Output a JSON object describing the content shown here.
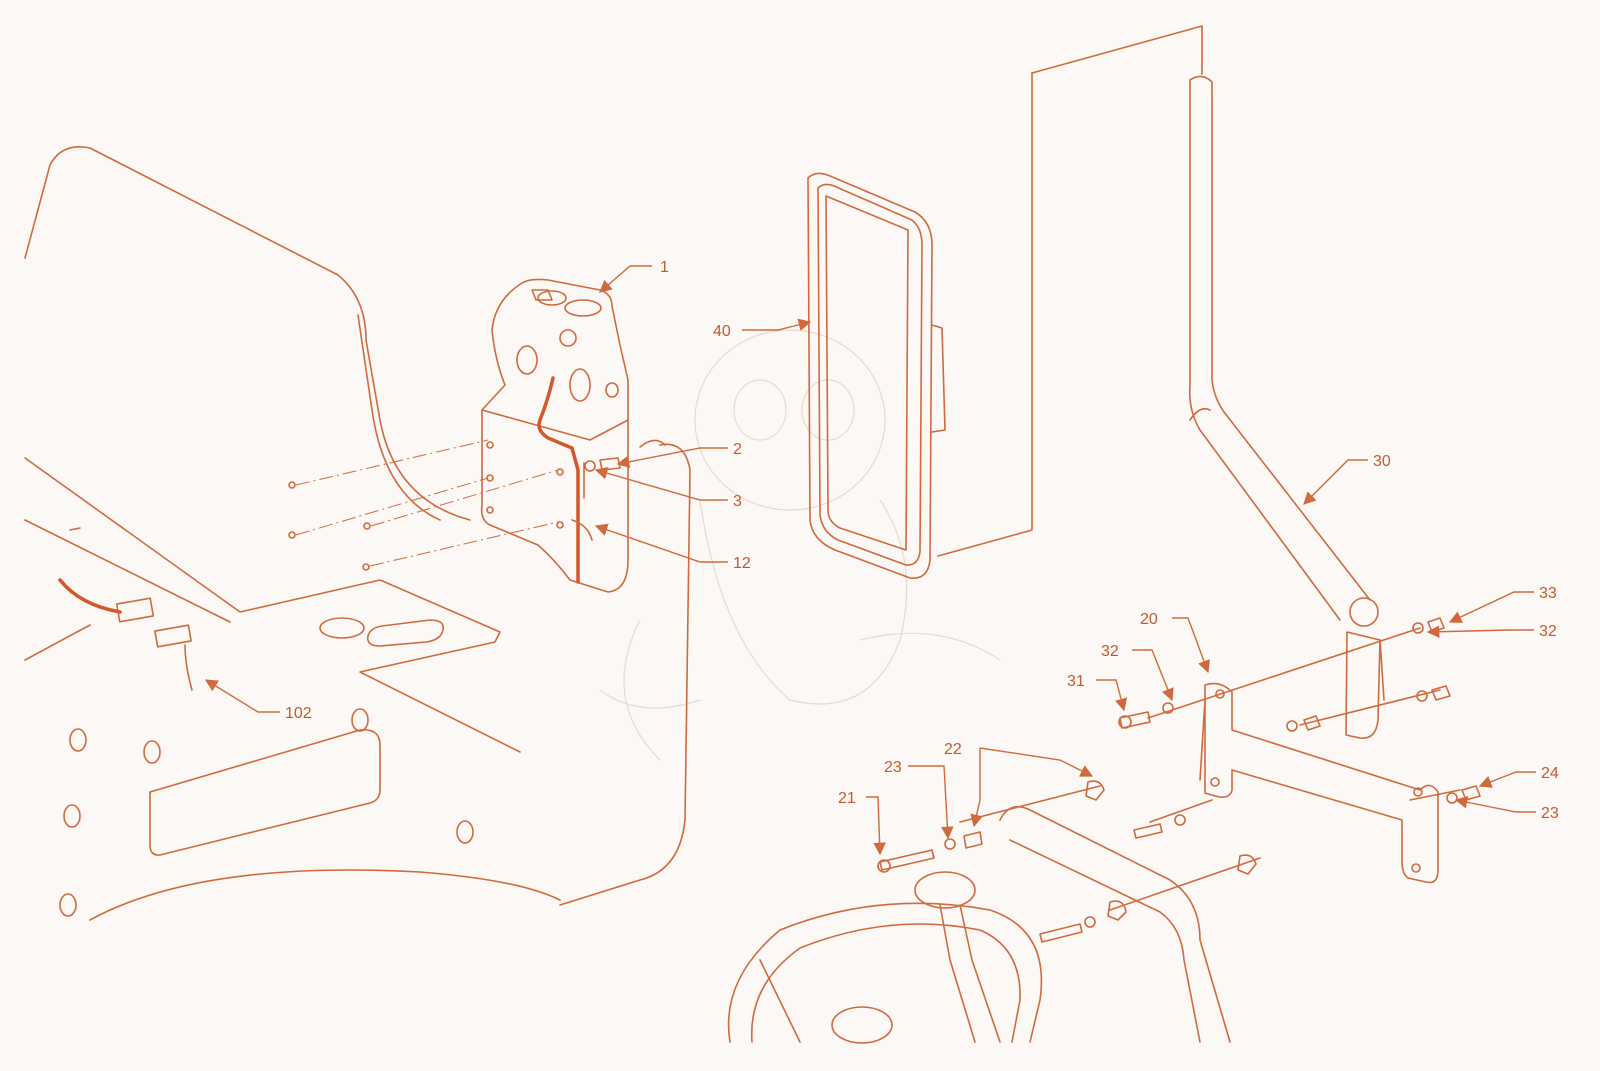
{
  "callouts": {
    "c1": "1",
    "c2": "2",
    "c3": "3",
    "c12": "12",
    "c102": "102",
    "c40": "40",
    "c30": "30",
    "c20": "20",
    "c33": "33",
    "c32a": "32",
    "c32b": "32",
    "c31": "31",
    "c22": "22",
    "c23a": "23",
    "c21": "21",
    "c24": "24",
    "c23b": "23"
  },
  "colors": {
    "line": "#d06a3e",
    "highlight": "#d0582a",
    "background": "#fbf8f5"
  }
}
